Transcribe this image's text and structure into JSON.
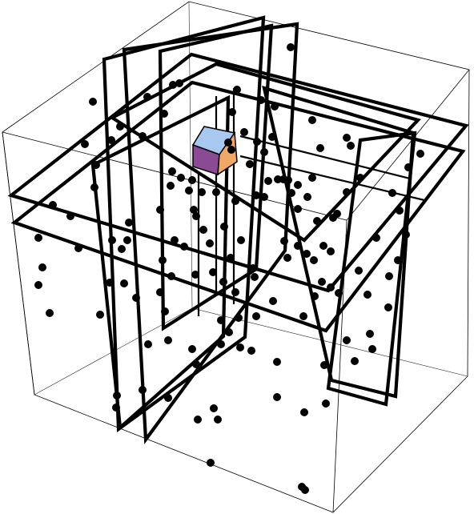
{
  "colors": {
    "background": "#ffffff",
    "edges": "#000000",
    "points": "#000000",
    "cube_top": "#a9c8ef",
    "cube_front": "#8a4a94",
    "cube_side": "#f0a868"
  },
  "scene": {
    "description_type": "3d-box-with-splitting-planes-and-points",
    "point_count": 140,
    "highlighted_cell_count": 1
  }
}
